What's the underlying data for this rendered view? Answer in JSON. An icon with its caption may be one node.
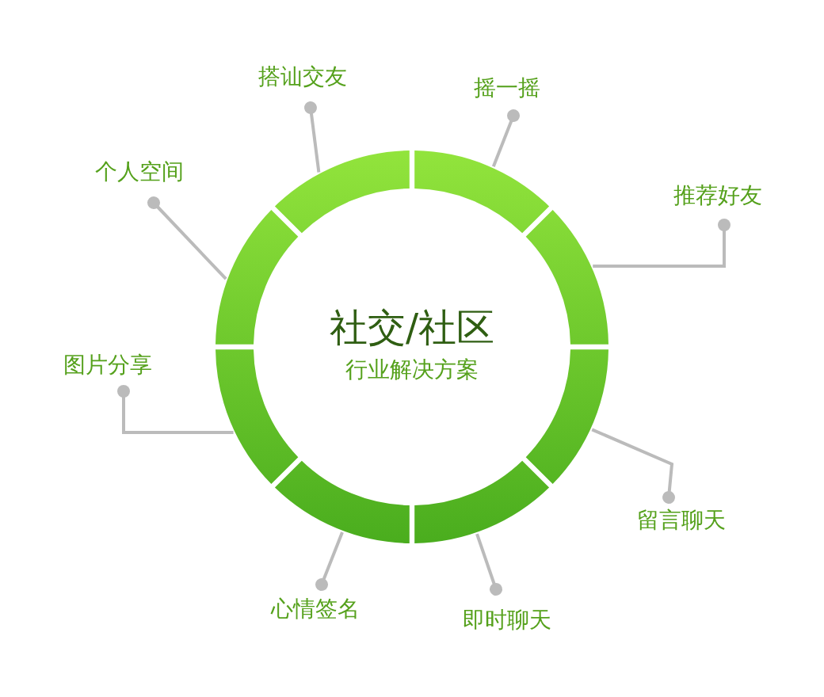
{
  "diagram": {
    "nodes": [
      {
        "text": [
          "搭讪交友"
        ]
      },
      {
        "text": [
          "摇一摇"
        ]
      },
      {
        "text": [
          "个人空间"
        ]
      },
      {
        "text": [
          "推荐好友"
        ]
      },
      {
        "text": [
          "社交/社区",
          "行业解决方案"
        ]
      },
      {
        "text": [
          "图片分享"
        ]
      },
      {
        "text": [
          "留言聊天"
        ]
      },
      {
        "text": [
          "心情签名"
        ]
      },
      {
        "text": [
          "即时聊天"
        ]
      },
      {
        "text": [],
        "shape": "arc"
      },
      {
        "text": [],
        "shape": "arc"
      },
      {
        "text": [],
        "shape": "arc"
      },
      {
        "text": [],
        "shape": "arc"
      },
      {
        "text": [],
        "shape": "arc"
      },
      {
        "text": [],
        "shape": "arc"
      },
      {
        "text": [],
        "shape": "arc"
      },
      {
        "text": [],
        "shape": "arc"
      }
    ],
    "edges": [
      {
        "from": 0,
        "to": 16,
        "arrow": "other"
      },
      {
        "from": 1,
        "to": 9,
        "arrow": "other"
      },
      {
        "from": 2,
        "to": 15,
        "arrow": "other"
      },
      {
        "from": 3,
        "to": 10,
        "arrow": "other"
      },
      {
        "from": 5,
        "to": 14,
        "arrow": "other"
      },
      {
        "from": 6,
        "to": 11,
        "arrow": "other"
      },
      {
        "from": 7,
        "to": 13,
        "arrow": "other"
      },
      {
        "from": 8,
        "to": 12,
        "arrow": "other"
      }
    ]
  }
}
